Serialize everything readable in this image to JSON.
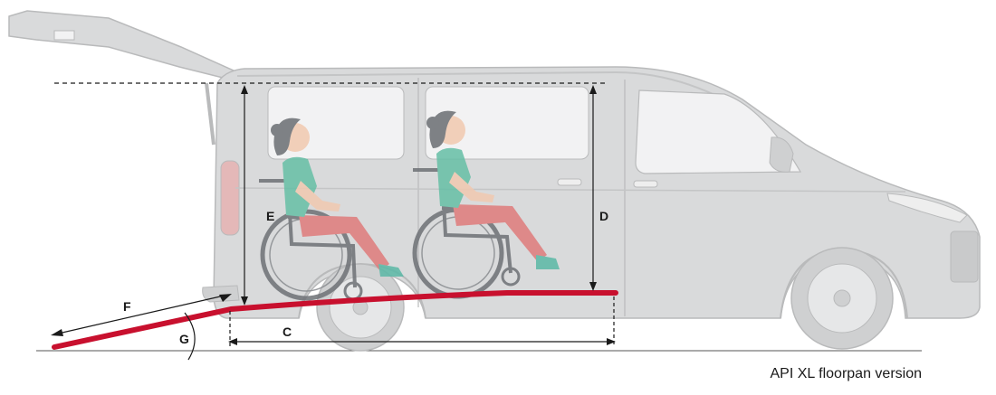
{
  "diagram": {
    "caption": "API XL floorpan version",
    "dimensions": {
      "C": "C",
      "D": "D",
      "E": "E",
      "F": "F",
      "G": "G"
    },
    "colors": {
      "van_body": "#d9dadb",
      "van_outline": "#b9babb",
      "window": "#f2f2f3",
      "floorpan": "#c8102e",
      "dimension_line": "#1a1a1a",
      "person_top": "#66bfa6",
      "person_legs": "#e07b7b",
      "person_hair": "#6a6e72",
      "shoes": "#5bb8a6"
    },
    "icons": {
      "vehicle": "van-side-view",
      "occupants": "wheelchair-user",
      "ramp": "floorpan-ramp"
    }
  }
}
